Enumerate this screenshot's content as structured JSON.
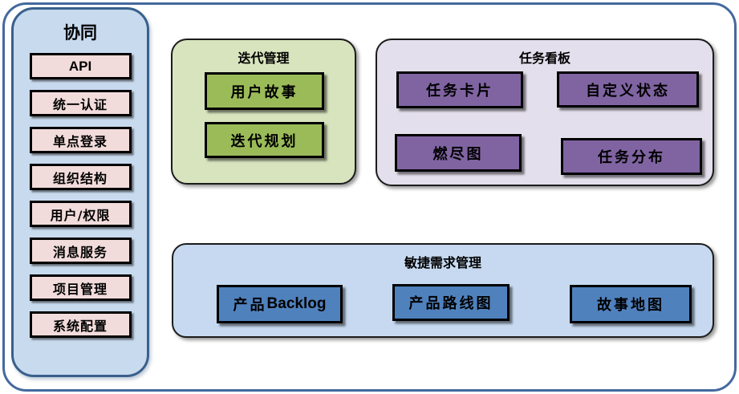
{
  "colors": {
    "frame_border": "#44699e",
    "sidebar_bg": "#c8daee",
    "sidebar_border": "#38608c",
    "sidebar_item_bg": "#f2dcdb",
    "green_group_bg": "#d7e4bd",
    "green_box_bg": "#9bbb59",
    "purple_group_bg": "#e4dfec",
    "purple_box_bg": "#8064a2",
    "blue_group_bg": "#c6d9f0",
    "blue_box_bg": "#4f81bd",
    "box_border": "#000000"
  },
  "sidebar": {
    "title": "协同",
    "items": [
      {
        "label": "API"
      },
      {
        "label": "统一认证"
      },
      {
        "label": "单点登录"
      },
      {
        "label": "组织结构"
      },
      {
        "label": "用户/权限"
      },
      {
        "label": "消息服务"
      },
      {
        "label": "项目管理"
      },
      {
        "label": "系统配置"
      }
    ]
  },
  "iteration": {
    "title": "迭代管理",
    "items": [
      {
        "label": "用户故事"
      },
      {
        "label": "迭代规划"
      }
    ]
  },
  "taskboard": {
    "title": "任务看板",
    "items": [
      {
        "label": "任务卡片"
      },
      {
        "label": "自定义状态"
      },
      {
        "label": "燃尽图"
      },
      {
        "label": "任务分布"
      }
    ]
  },
  "agile": {
    "title": "敏捷需求管理",
    "items": [
      {
        "label_cjk": "产品",
        "label_latin": "Backlog"
      },
      {
        "label": "产品路线图"
      },
      {
        "label": "故事地图"
      }
    ]
  }
}
